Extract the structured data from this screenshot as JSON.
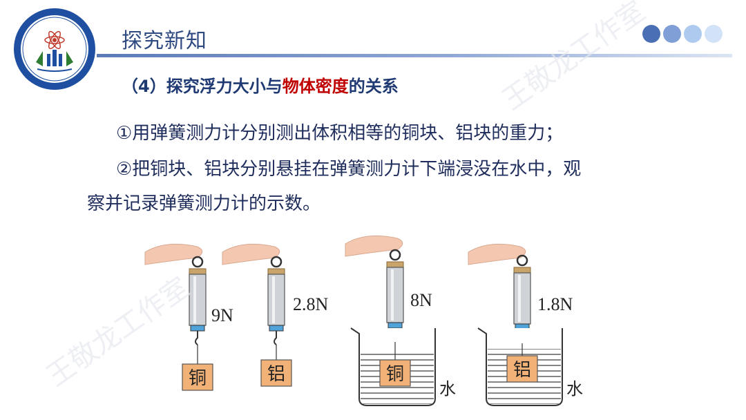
{
  "header": {
    "section_title": "探究新知",
    "dot_colors": [
      "#4a6fb5",
      "#7f9fd6",
      "#aecaef",
      "#d3e3f7"
    ]
  },
  "subtitle": {
    "prefix": "（4）探究浮力大小与",
    "highlight": "物体密度",
    "suffix": "的关系"
  },
  "paragraphs": {
    "line1": "①用弹簧测力计分别测出体积相等的铜块、铝块的重力；",
    "line2": "②把铜块、铝块分别悬挂在弹簧测力计下端浸没在水中，观",
    "line3": "察并记录弹簧测力计的示数。"
  },
  "figure": {
    "readings": [
      "9N",
      "2.8N",
      "8N",
      "1.8N"
    ],
    "blocks": [
      "铜",
      "铝",
      "铜",
      "铝"
    ],
    "water_label": "水"
  },
  "watermark_text": "王敬龙工作室"
}
